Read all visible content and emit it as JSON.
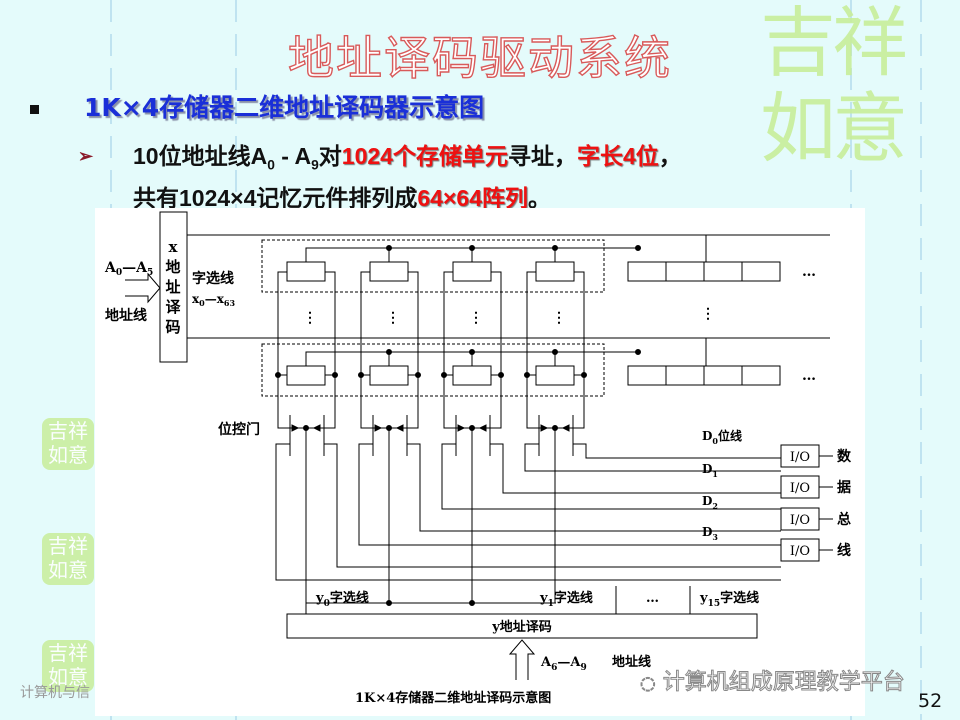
{
  "slide": {
    "title": "地址译码驱动系统",
    "bullet1": "1K×4存储器二维地址译码器示意图",
    "bullet2": {
      "line1_a": "10位地址线A",
      "line1_sub0": "0",
      "line1_b": " - A",
      "line1_sub9": "9",
      "line1_c": "对",
      "line1_red1": "1024个存储单元",
      "line1_d": "寻址，",
      "line1_red2": "字长4位",
      "line1_e": "，",
      "line2_a": "共有1024×4记忆元件排列成",
      "line2_red": "64×64阵列",
      "line2_b": "。"
    },
    "page_number": "52",
    "footer_left": "计算机与信",
    "watermark": "计算机组成原理教学平台",
    "decoration": "吉祥如意"
  },
  "diagram": {
    "x_decoder": [
      "x",
      "地",
      "址",
      "译",
      "码"
    ],
    "addr_in_top": "A",
    "addr_in_top_sub0": "0",
    "addr_in_sep": "—A",
    "addr_in_sub5": "5",
    "addr_label": "地址线",
    "word_line_label": "字选线",
    "x_range": "x",
    "x_range_sub0": "0",
    "x_range_sep": "—x",
    "x_range_sub63": "63",
    "ellipsis_v": "⋮",
    "ellipsis_h": "…",
    "bit_gate_label": "位控门",
    "d_lines": [
      {
        "main": "D",
        "sub": "0",
        "suffix": "位线"
      },
      {
        "main": "D",
        "sub": "1",
        "suffix": ""
      },
      {
        "main": "D",
        "sub": "2",
        "suffix": ""
      },
      {
        "main": "D",
        "sub": "3",
        "suffix": ""
      }
    ],
    "io_label": "I/O",
    "data_bus": [
      "数",
      "据",
      "总",
      "线"
    ],
    "y_lines": [
      {
        "main": "y",
        "sub": "0",
        "suffix": "字选线"
      },
      {
        "main": "y",
        "sub": "1",
        "suffix": "字选线"
      },
      {
        "main": "y",
        "sub": "15",
        "suffix": "字选线"
      }
    ],
    "y_decoder": "y地址译码",
    "y_addr": "A",
    "y_addr_sub6": "6",
    "y_addr_sep": "—A",
    "y_addr_sub9": "9",
    "y_addr_label": "地址线",
    "caption": "1K×4存储器二维地址译码示意图"
  },
  "colors": {
    "title_stroke": "#d85a5a",
    "bullet1": "#1a2fd8",
    "highlight": "#ee1111",
    "background": "#e4fbfb",
    "decoration": "#c8ee9a"
  }
}
